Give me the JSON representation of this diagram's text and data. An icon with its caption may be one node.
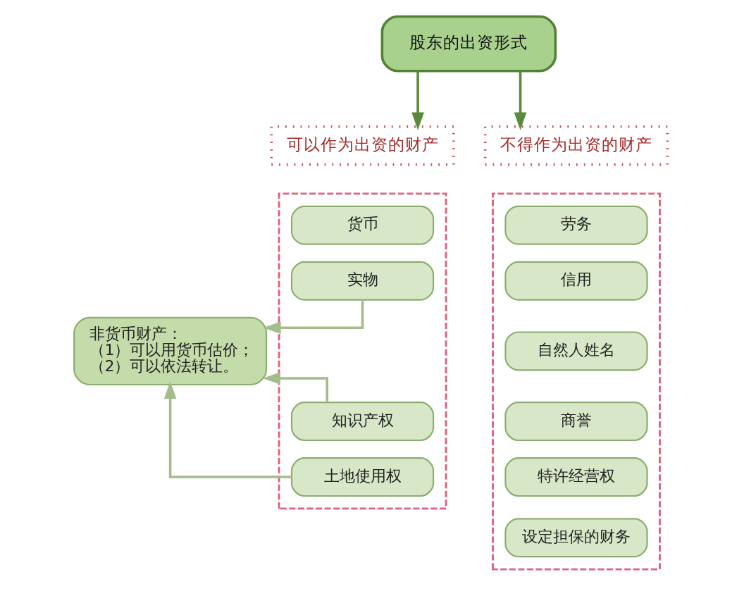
{
  "diagram": {
    "nodes": [
      {
        "text": [
          "股东的出资形式"
        ]
      },
      {
        "text": [
          "可以作为出资的财产"
        ]
      },
      {
        "text": [
          "不得作为出资的财产"
        ]
      },
      {
        "text": [],
        "shape": "box"
      },
      {
        "text": [
          "货币"
        ],
        "in": 3
      },
      {
        "text": [
          "实物"
        ],
        "in": 3
      },
      {
        "text": [
          "知识产权"
        ],
        "in": 3
      },
      {
        "text": [
          "土地使用权"
        ],
        "in": 3
      },
      {
        "text": [],
        "shape": "box"
      },
      {
        "text": [
          "劳务"
        ],
        "in": 8
      },
      {
        "text": [
          "信用"
        ],
        "in": 8
      },
      {
        "text": [
          "自然人姓名"
        ],
        "in": 8
      },
      {
        "text": [
          "商誉"
        ],
        "in": 8
      },
      {
        "text": [
          "特许经营权"
        ],
        "in": 8
      },
      {
        "text": [
          "设定担保的财务"
        ],
        "in": 8
      },
      {
        "text": [
          "非货币财产：",
          "（1）可以用货币估价；",
          "（2）可以依法转让。"
        ]
      }
    ],
    "edges": [
      {
        "from": 0,
        "to": 1,
        "arrow": "to",
        "color": "#5a8a3a"
      },
      {
        "from": 0,
        "to": 2,
        "arrow": "to",
        "color": "#5a8a3a"
      },
      {
        "from": 5,
        "to": 15,
        "arrow": "to"
      },
      {
        "from": 6,
        "to": 15,
        "arrow": "to"
      },
      {
        "from": 7,
        "to": 15,
        "arrow": "to"
      }
    ]
  }
}
